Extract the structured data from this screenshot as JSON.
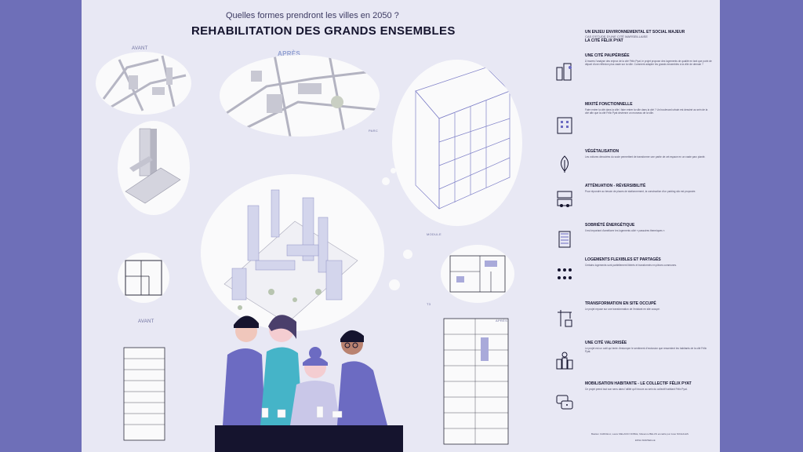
{
  "header": {
    "subtitle": "Quelles formes prendront les villes en 2050 ?",
    "title": "REHABILITATION DES GRANDS ENSEMBLES"
  },
  "labels": {
    "avant_top": "AVANT",
    "apres_top": "APRÈS",
    "parc": "PARC",
    "module": "MODULE",
    "t3": "T3",
    "avant_bottom": "AVANT",
    "apres_bottom": "APRÈS"
  },
  "intro": {
    "line1": "UN ENJEU ENVIRONNEMENTAL ET SOCIAL MAJEUR",
    "line2": "CAS D'ETUDE D'UNE CITÉ MARSEILLAISE",
    "line3": "LA CITÉ FÉLIX PYAT"
  },
  "sections": [
    {
      "title": "UNE CITÉ PAUPÉRISÉE",
      "text": "À travers l'analyse des enjeux de la cité Félix Pyat, le projet propose des logements de qualité en tant que point de départ d'une réflexion plus vaste sur la ville. Comment adapter les grands ensembles à la ville de demain ?",
      "icon": "city-icon"
    },
    {
      "title": "MIXITÉ FONCTIONNELLE",
      "text": "Faire entrer la cité dans la ville / faire entrer la ville dans la cité ? Un boulevard urbain est dessiné au sein de la cité afin que la cité Félix Pyat devienne un morceau de la ville.",
      "icon": "building-icon"
    },
    {
      "title": "VÉGÉTALISATION",
      "text": "Les voitures déroutées du socle permettent de transformer une partie de cet espace en un vaste parc planté.",
      "icon": "leaf-icon"
    },
    {
      "title": "ATTÉNUATION - RÉVERSIBILITÉ",
      "text": "Pour répondre au besoin de places de stationnement, la construction d'un parking silo est proposée.",
      "icon": "parking-icon"
    },
    {
      "title": "SOBRIÉTÉ ÉNERGÉTIQUE",
      "text": "Il est important d'améliorer les logements côté « passoires thermiques ».",
      "icon": "insulation-icon"
    },
    {
      "title": "LOGEMENTS FLEXIBLES ET PARTAGÉS",
      "text": "Certains logements sont partiellement libérés et transformés en pièces communes.",
      "icon": "people-icon"
    },
    {
      "title": "TRANSFORMATION EN SITE OCCUPÉ",
      "text": "Le projet repose sur une transformation de l'existant en site occupé.",
      "icon": "crane-icon"
    },
    {
      "title": "UNE CITÉ VALORISÉE",
      "text": "Le projet est un outil qui tente d'estomper le sentiment d'exclusion que ressentent les habitants de la cité Félix Pyat.",
      "icon": "sun-city-icon"
    },
    {
      "title": "MOBILISATION HABITANTE - LE COLLECTIF FÉLIX PYAT",
      "text": "Ce projet prend tout son sens dans l'utilité qu'il trouve au sein du collectif habitant Félix Pyat.",
      "icon": "chat-icon"
    }
  ],
  "credits": {
    "names": "Bastien CARCELA, Laure MELANCI NOBLE, Maxence BELUS encadré par José NICHALES",
    "school": "ENSA MARSEILLE"
  },
  "colors": {
    "frame": "#6e6fb8",
    "poster": "#e8e8f4",
    "accent": "#7f80c8",
    "people_purple": "#6c6bc2",
    "people_teal": "#45b4c8",
    "people_pink": "#f4cdd1",
    "people_dark": "#4a3f6b"
  }
}
